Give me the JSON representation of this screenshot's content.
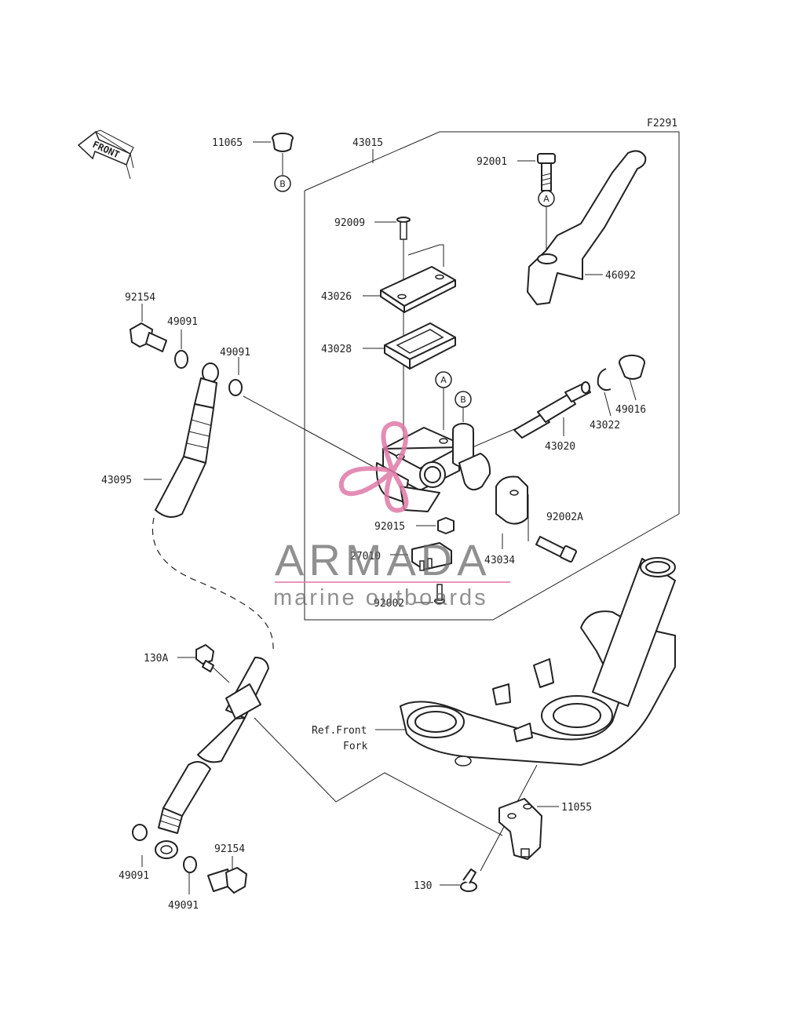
{
  "figure_code": "F2291",
  "front_label": "FRONT",
  "parts": {
    "p11065": "11065",
    "p43015": "43015",
    "p92001": "92001",
    "p92009": "92009",
    "p46092": "46092",
    "p43026": "43026",
    "p92154_top": "92154",
    "p49091_a": "49091",
    "p49091_b": "49091",
    "p43028": "43028",
    "p49016": "49016",
    "p43022": "43022",
    "p43020": "43020",
    "p43095": "43095",
    "p92002A": "92002A",
    "p92015": "92015",
    "p27010": "27010",
    "p43034": "43034",
    "p92002": "92002",
    "p130A": "130A",
    "ref_line1": "Ref.Front",
    "ref_line2": "Fork",
    "p11055": "11055",
    "p92154_bot": "92154",
    "p49091_c": "49091",
    "p49091_d": "49091",
    "p130": "130"
  },
  "callouts": {
    "A": "A",
    "B": "B"
  },
  "watermark": {
    "brand": "ARMADA",
    "tagline": "marine outboards",
    "accent_color": "#e07aa8"
  }
}
